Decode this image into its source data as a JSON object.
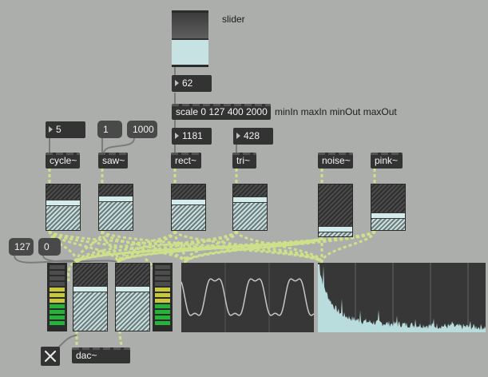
{
  "slider": {
    "comment": "slider",
    "value_fraction": 0.49
  },
  "number_boxes": {
    "slider_value": "62",
    "cycle_freq": "5",
    "rect_freq": "1181",
    "tri_freq": "428"
  },
  "scale": {
    "object": "scale 0 127 400 2000",
    "comment": "minIn maxIn minOut maxOut"
  },
  "messages": {
    "saw_one": "1",
    "saw_thousand": "1000",
    "gain_127": "127",
    "gain_0": "0"
  },
  "oscillators": [
    "cycle~",
    "saw~",
    "rect~",
    "tri~",
    "noise~",
    "pink~"
  ],
  "osc_gain_levels": [
    0.67,
    0.75,
    0.69,
    0.73,
    0.2,
    0.38
  ],
  "out_gain_levels": [
    0.67,
    0.67
  ],
  "meters": {
    "left_lit": 7,
    "right_lit": 7,
    "total": 11
  },
  "dac": {
    "object": "dac~",
    "toggle_icon": "x-icon"
  },
  "colors": {
    "background": "#acaeac",
    "object": "#333333",
    "signal_cord": "#cfe08a",
    "scope_line": "#c5c5c5",
    "spectrum": "#b9dcdc",
    "meter_green": "#26b33a",
    "meter_yellow": "#c8c83c"
  }
}
